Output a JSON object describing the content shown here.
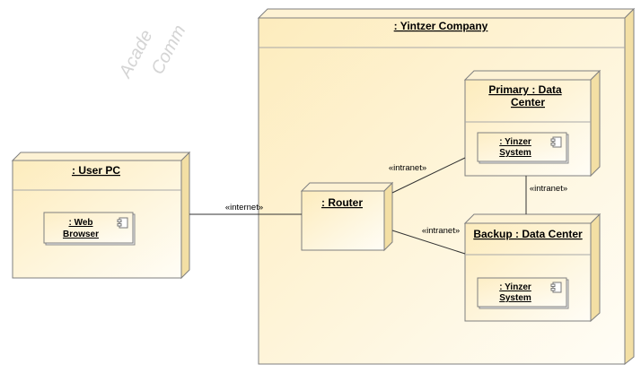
{
  "watermark": {
    "line1": "Acade",
    "line2": "Comm"
  },
  "nodes": {
    "user_pc": {
      "title": ": User PC"
    },
    "company": {
      "title": ": Yintzer Company"
    },
    "router": {
      "title": ": Router"
    },
    "primary": {
      "title_line1": "Primary : Data",
      "title_line2": "Center"
    },
    "backup": {
      "title": "Backup : Data Center"
    }
  },
  "components": {
    "web_browser": {
      "line1": ": Web",
      "line2": "Browser"
    },
    "primary_system": {
      "line1": ": Yinzer",
      "line2": "System"
    },
    "backup_system": {
      "line1": ": Yinzer",
      "line2": "System"
    }
  },
  "links": {
    "internet": "«internet»",
    "router_primary": "«intranet»",
    "router_backup": "«intranet»",
    "primary_backup": "«intranet»"
  }
}
